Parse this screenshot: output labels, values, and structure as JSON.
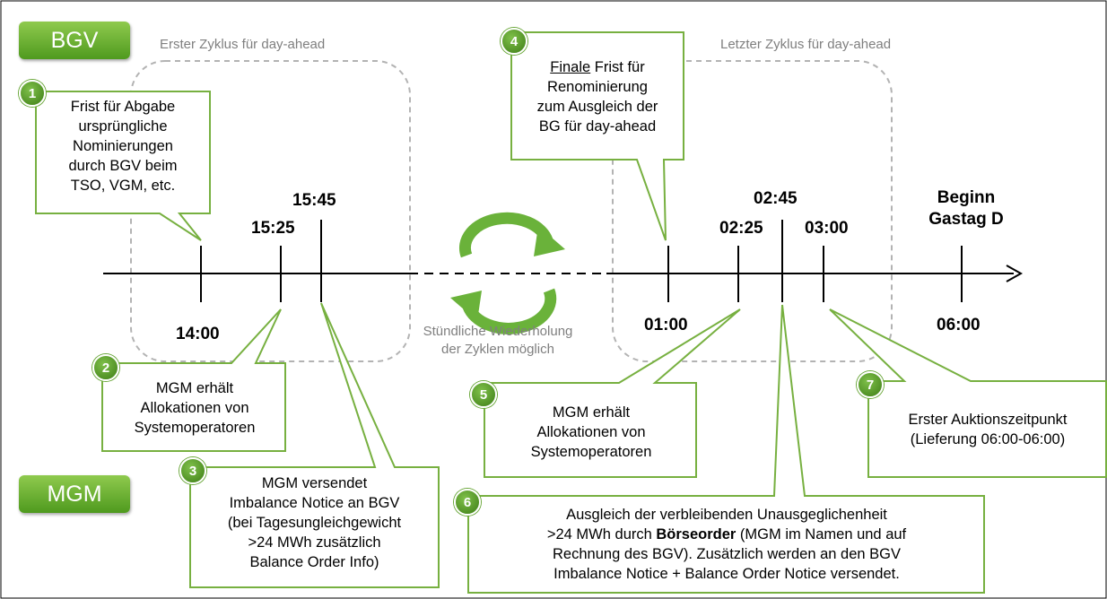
{
  "roles": {
    "bgv": "BGV",
    "mgm": "MGM"
  },
  "cycles": {
    "first": "Erster Zyklus  für day-ahead",
    "last": "Letzter Zyklus  für day-ahead",
    "repeat_line1": "Stündliche Wiederholung",
    "repeat_line2": "der Zyklen möglich"
  },
  "times": {
    "t1400": "14:00",
    "t1525": "15:25",
    "t1545": "15:45",
    "t0100": "01:00",
    "t0225": "02:25",
    "t0245": "02:45",
    "t0300": "03:00",
    "t0600": "06:00",
    "beginn_line1": "Beginn",
    "beginn_line2": "Gastag D"
  },
  "callouts": [
    {
      "number": "1",
      "lines": [
        "Frist für Abgabe",
        "ursprüngliche",
        "Nominierungen",
        "durch BGV beim",
        "TSO, VGM, etc."
      ]
    },
    {
      "number": "2",
      "lines": [
        "MGM erhält",
        "Allokationen von",
        "Systemoperatoren"
      ]
    },
    {
      "number": "3",
      "lines": [
        "MGM versendet",
        "Imbalance Notice an BGV",
        "(bei Tagesungleichgewicht",
        ">24 MWh zusätzlich",
        "Balance Order Info)"
      ]
    },
    {
      "number": "4",
      "underlined": "Finale",
      "line1_rest": " Frist für",
      "lines": [
        "Renominierung",
        "zum Ausgleich der",
        "BG für day-ahead"
      ]
    },
    {
      "number": "5",
      "lines": [
        "MGM erhält",
        "Allokationen von",
        "Systemoperatoren"
      ]
    },
    {
      "number": "6",
      "line1": "Ausgleich der verbleibenden Unausgeglichenheit",
      "line2_pre": ">24 MWh durch ",
      "line2_bold": "Börseorder",
      "line2_post": " (MGM im Namen und auf",
      "line3": "Rechnung des BGV). Zusätzlich werden an den BGV",
      "line4": "Imbalance Notice + Balance Order Notice versendet."
    },
    {
      "number": "7",
      "lines": [
        "Erster Auktionszeitpunkt",
        "(Lieferung 06:00-06:00)"
      ]
    }
  ],
  "colors": {
    "green": "#77b040",
    "dash_gray": "#b3b3b3",
    "arrow_green": "#6ab23a"
  }
}
